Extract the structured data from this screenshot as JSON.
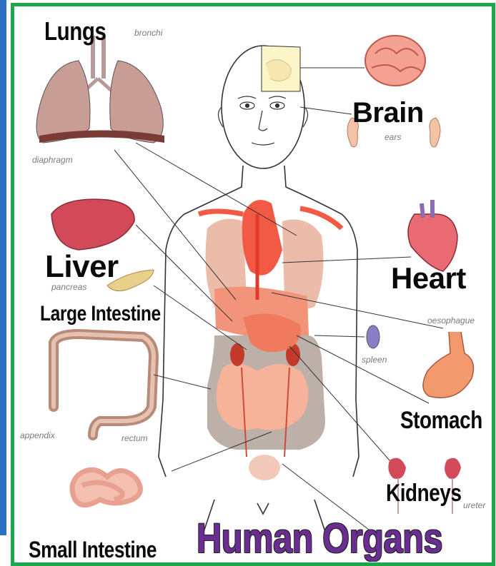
{
  "title": "Human Organs",
  "organ_labels": {
    "lungs": "Lungs",
    "brain": "Brain",
    "liver": "Liver",
    "heart": "Heart",
    "large_intestine": "Large Intestine",
    "stomach": "Stomach",
    "kidneys": "Kidneys",
    "small_intestine": "Small Intestine"
  },
  "sublabels": {
    "bronchi": "bronchi",
    "diaphragm": "diaphragm",
    "ears": "ears",
    "pancreas": "pancreas",
    "oesophagus": "oesophague",
    "spleen": "spleen",
    "appendix": "appendix",
    "rectum": "rectum",
    "ureter": "ureter"
  },
  "colors": {
    "frame_border": "#1aa84a",
    "left_bar": "#2a6fc4",
    "title": "#6a2e93",
    "labels": "#0a0a0a"
  }
}
